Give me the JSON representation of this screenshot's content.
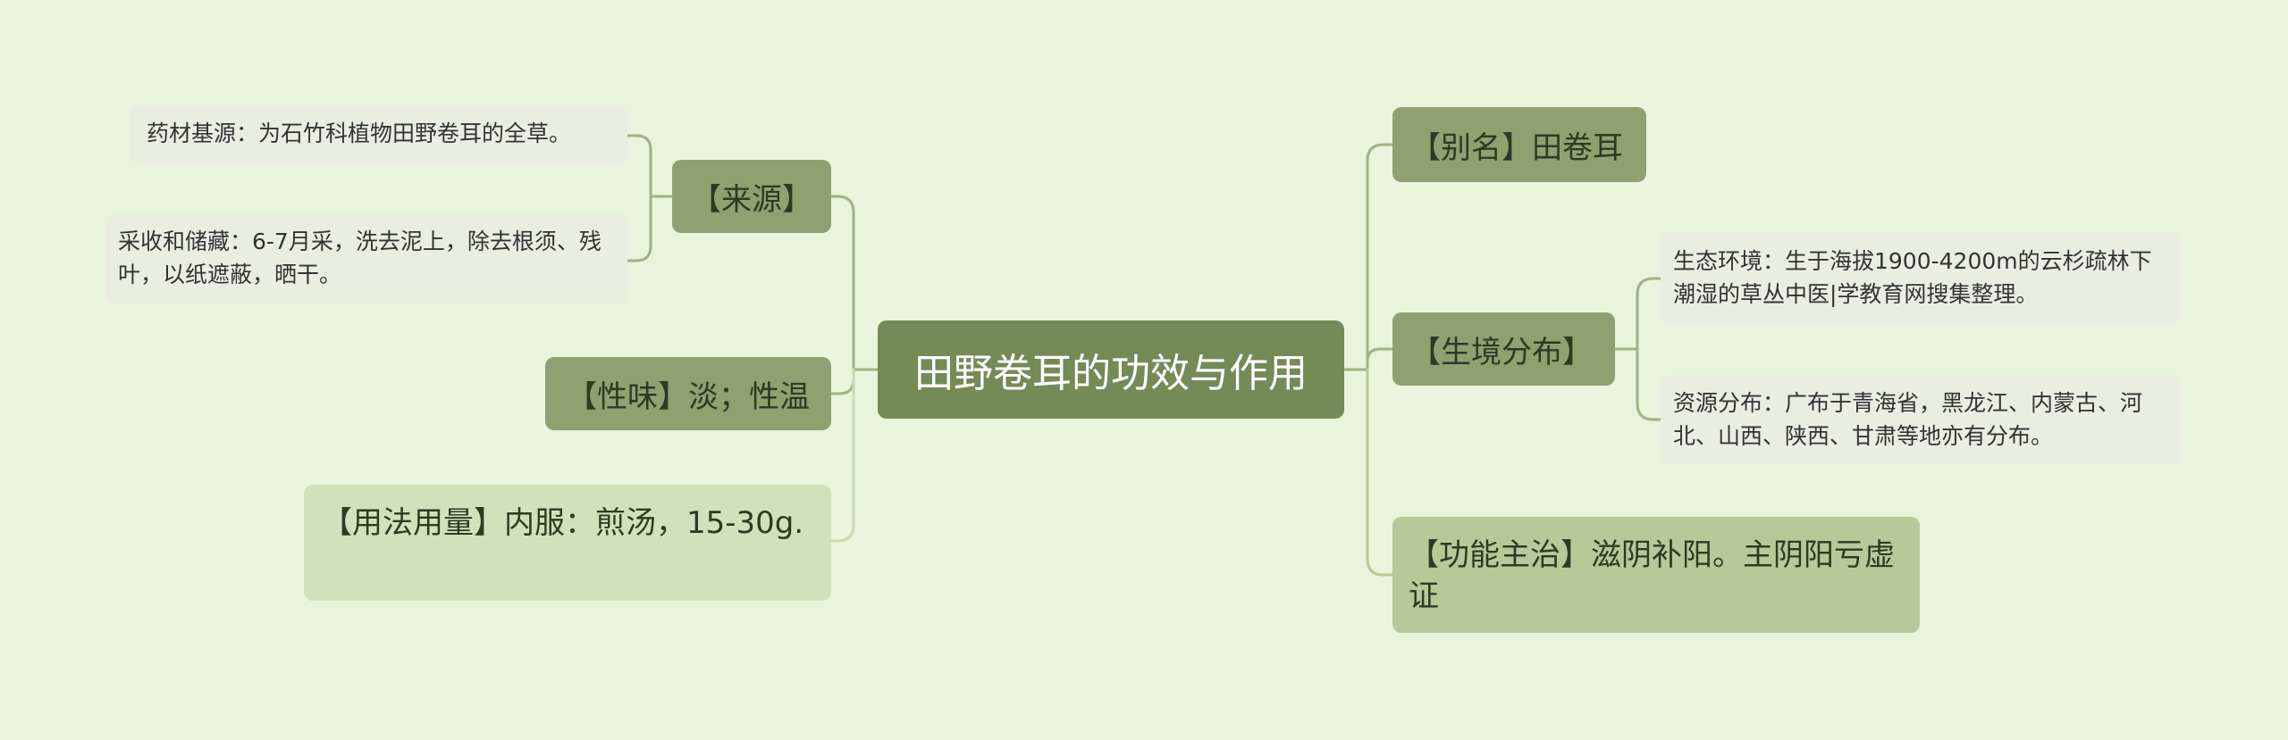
{
  "center": {
    "title": "田野卷耳的功效与作用"
  },
  "left": {
    "source": {
      "label": "【来源】",
      "items": [
        "药材基源：为石竹科植物田野卷耳的全草。",
        "采收和储藏：6-7月采，洗去泥上，除去根须、残叶，以纸遮蔽，晒干。"
      ]
    },
    "nature": {
      "label": "【性味】淡；性温"
    },
    "usage": {
      "label": "【用法用量】内服：煎汤，15-30g."
    }
  },
  "right": {
    "alias": {
      "label": "【别名】田卷耳"
    },
    "habitat": {
      "label": "【生境分布】",
      "items": [
        "生态环境：生于海拔1900-4200m的云杉疏林下潮湿的草丛中医|学教育网搜集整理。",
        "资源分布：广布于青海省，黑龙江、内蒙古、河北、山西、陕西、甘肃等地亦有分布。"
      ]
    },
    "function": {
      "label": "【功能主治】滋阴补阳。主阴阳亏虚证"
    }
  },
  "colors": {
    "background": "#e8f4dc",
    "center": "#748a57",
    "branch_dark": "#8fa171",
    "branch_mid": "#b6c999",
    "branch_light": "#d0e2bb",
    "leaf": "#eaeee1",
    "connector": "#9fb387"
  }
}
